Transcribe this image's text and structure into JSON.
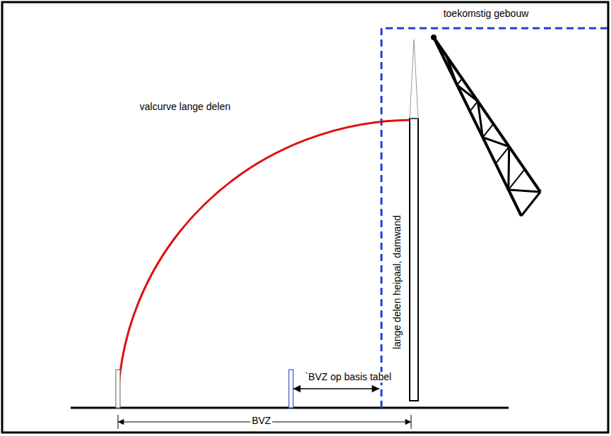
{
  "diagram": {
    "labels": [
      "toekomstig gebouw",
      "valcurve lange delen",
      "lange delen heipaal, damwand",
      "`BVZ op basis tabel",
      "BVZ"
    ]
  }
}
